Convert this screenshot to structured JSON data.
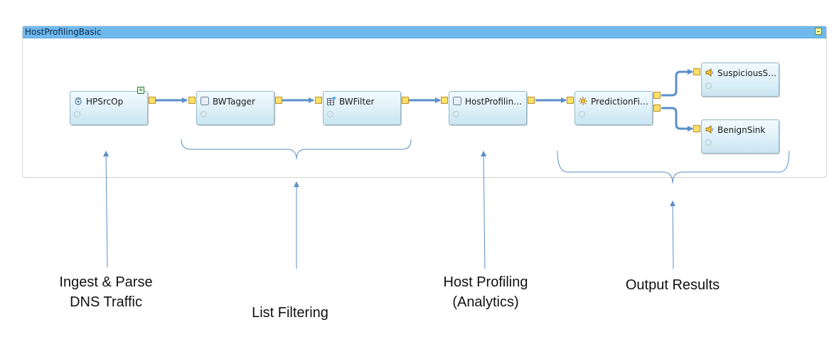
{
  "panel": {
    "title": "HostProfilingBasic"
  },
  "nodes": [
    {
      "id": "hpsrcop",
      "label": "HPSrcOp",
      "icon": "source-operator-icon"
    },
    {
      "id": "bwtagger",
      "label": "BWTagger",
      "icon": "operator-box-icon"
    },
    {
      "id": "bwfilter",
      "label": "BWFilter",
      "icon": "filter-grid-icon"
    },
    {
      "id": "hostprofiling",
      "label": "HostProfilin…",
      "icon": "operator-box-icon"
    },
    {
      "id": "predictionfi",
      "label": "PredictionFi…",
      "icon": "prediction-operator-icon"
    },
    {
      "id": "suspicious",
      "label": "SuspiciousS…",
      "icon": "sink-speaker-icon"
    },
    {
      "id": "benignsink",
      "label": "BenignSink",
      "icon": "sink-speaker-icon"
    }
  ],
  "annotations": {
    "ingest": {
      "line1": "Ingest & Parse",
      "line2": "DNS Traffic"
    },
    "list_filtering": "List Filtering",
    "host_profiling": {
      "line1": "Host Profiling",
      "line2": "(Analytics)"
    },
    "output": "Output Results"
  },
  "colors": {
    "header": "#6fb9ee",
    "edge": "#5b8fc7",
    "annotation_line": "#5b8fc7",
    "port": "#ffe066"
  }
}
